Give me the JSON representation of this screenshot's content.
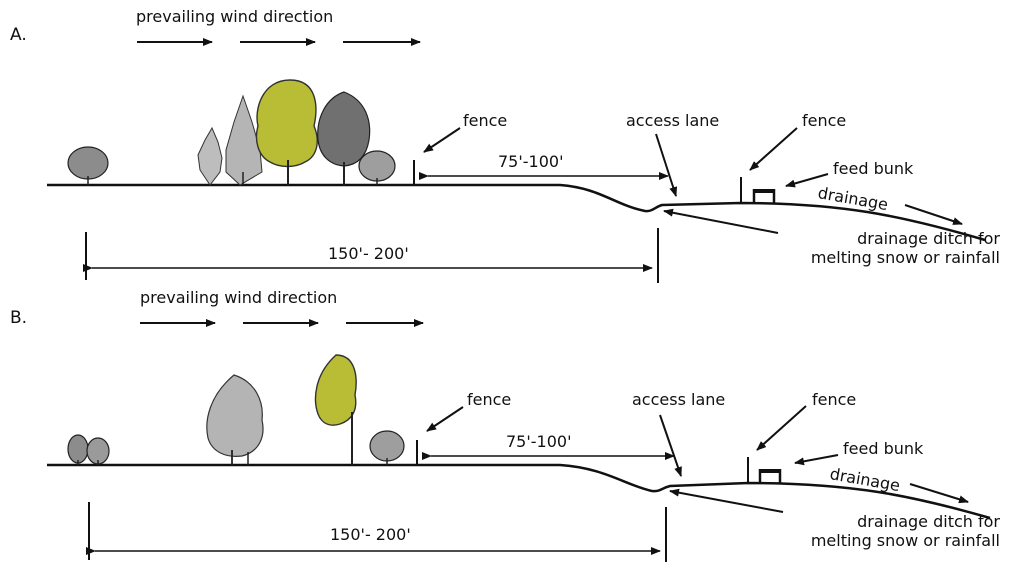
{
  "panels": [
    {
      "letter": "A.",
      "wind_label": "prevailing wind direction",
      "fence_left": "fence",
      "fence_right": "fence",
      "access_lane": "access lane",
      "feed_bunk": "feed bunk",
      "drainage": "drainage",
      "ditch_line1": "drainage ditch for",
      "ditch_line2": "melting snow or rainfall",
      "dim_short": "75'-100'",
      "dim_long": "150'- 200'"
    },
    {
      "letter": "B.",
      "wind_label": "prevailing wind direction",
      "fence_left": "fence",
      "fence_right": "fence",
      "access_lane": "access lane",
      "feed_bunk": "feed bunk",
      "drainage": "drainage",
      "ditch_line1": "drainage ditch for",
      "ditch_line2": "melting snow or rainfall",
      "dim_short": "75'-100'",
      "dim_long": "150'- 200'"
    }
  ],
  "colors": {
    "line": "#111111",
    "tree_gray": "#b9b9b9",
    "tree_olive": "#b8bd35",
    "tree_dark": "#6d6d6d"
  }
}
